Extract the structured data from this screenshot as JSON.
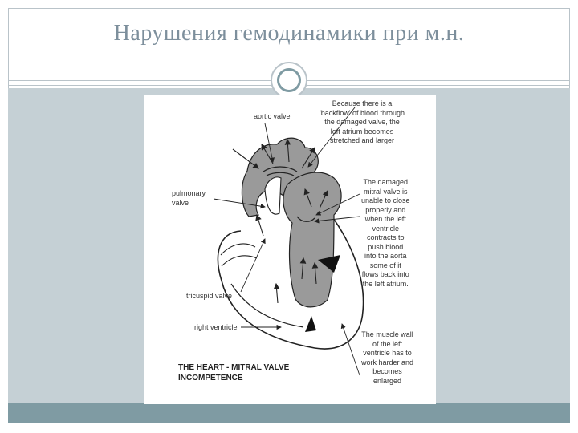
{
  "slide": {
    "title": "Нарушения гемодинамики при м.н."
  },
  "figure": {
    "labels": {
      "aortic_valve": "aortic valve",
      "pulmonary_valve": "pulmonary\nvalve",
      "tricuspid_valve": "tricuspid valve",
      "right_ventricle": "right ventricle",
      "note_top": "Because there is a\n'backflow' of blood through\nthe damaged valve, the\nleft atrium becomes\nstretched and larger",
      "note_middle": "The damaged\nmitral valve is\nunable to close\nproperly and\nwhen the left\nventricle\ncontracts to\npush blood\ninto the aorta\nsome of it\nflows back into\nthe left atrium.",
      "note_bottom": "The muscle wall\nof the left\nventricle has to\nwork harder and\nbecomes\nenlarged"
    },
    "caption": "THE HEART - MITRAL VALVE\nINCOMPETENCE"
  }
}
